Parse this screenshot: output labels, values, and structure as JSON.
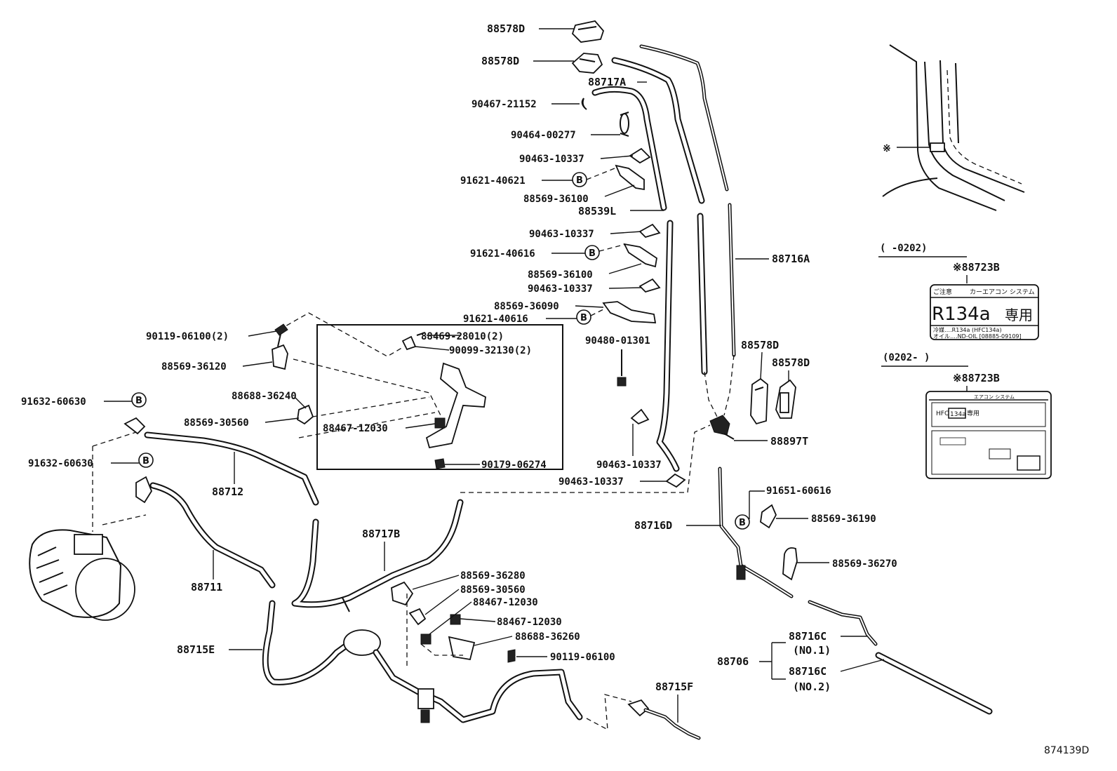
{
  "diagram_id": "874139D",
  "callout_letter": "B",
  "labels": {
    "l_88578D_1": "88578D",
    "l_88578D_2": "88578D",
    "l_88717A": "88717A",
    "l_90467_21152": "90467-21152",
    "l_90464_00277": "90464-00277",
    "l_90463_10337_a": "90463-10337",
    "l_91621_40621": "91621-40621",
    "l_88569_36100_a": "88569-36100",
    "l_88539L": "88539L",
    "l_90463_10337_b": "90463-10337",
    "l_91621_40616_a": "91621-40616",
    "l_88569_36100_b": "88569-36100",
    "l_90463_10337_c": "90463-10337",
    "l_88569_36090": "88569-36090",
    "l_91621_40616_b": "91621-40616",
    "l_88716A": "88716A",
    "l_90480_01301": "90480-01301",
    "l_88578D_3": "88578D",
    "l_88578D_4": "88578D",
    "l_90119_06100_2": "90119-06100(2)",
    "l_88469_28010_2": "88469-28010(2)",
    "l_90099_32130_2": "90099-32130(2)",
    "l_88569_36120": "88569-36120",
    "l_88688_36240": "88688-36240",
    "l_91632_60630_a": "91632-60630",
    "l_88569_30560_a": "88569-30560",
    "l_88467_12030_a": "88467-12030",
    "l_91632_60630_b": "91632-60630",
    "l_90179_06274": "90179-06274",
    "l_88712": "88712",
    "l_90463_10337_d": "90463-10337",
    "l_90463_10337_e": "90463-10337",
    "l_88897T": "88897T",
    "l_91651_60616": "91651-60616",
    "l_88716D": "88716D",
    "l_88569_36190": "88569-36190",
    "l_88717B": "88717B",
    "l_88569_36270": "88569-36270",
    "l_88711": "88711",
    "l_88569_36280": "88569-36280",
    "l_88569_30560_b": "88569-30560",
    "l_88467_12030_b": "88467-12030",
    "l_88467_12030_c": "88467-12030",
    "l_88688_36260": "88688-36260",
    "l_88715E": "88715E",
    "l_90119_06100": "90119-06100",
    "l_88716C_1": "88716C",
    "l_no1": "(NO.1)",
    "l_88706": "88706",
    "l_88716C_2": "88716C",
    "l_no2": "(NO.2)",
    "l_88715F": "88715F"
  },
  "inset": {
    "marker": "※",
    "range_1": "(     -0202)",
    "part_1": "※88723B",
    "range_2": "(0202-      )",
    "part_2": "※88723B",
    "decal_1": {
      "header_left": "ご注意",
      "header_right": "カーエアコン システム",
      "main_code": "R134a",
      "main_suffix": "専用",
      "line_1": "冷媒‥‥R134a (HFC134a)",
      "line_2": "オイル‥‥ND-OIL [08885-09109]"
    },
    "decal_2": {
      "header": "エアコン システム",
      "code_prefix": "HFC",
      "code_box": "134a",
      "code_suffix": "専用"
    }
  }
}
